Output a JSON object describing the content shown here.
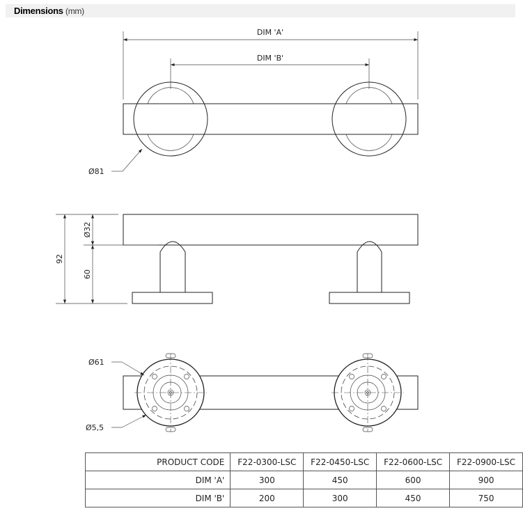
{
  "header": {
    "title": "Dimensions",
    "unit": "(mm)"
  },
  "drawing": {
    "dim_a_label": "DIM 'A'",
    "dim_b_label": "DIM 'B'",
    "rosette_diameter": "Ø81",
    "bar_diameter": "Ø32",
    "overall_height": "92",
    "post_height": "60",
    "base_diameter": "Ø61",
    "hole_diameter": "Ø5,5"
  },
  "table": {
    "header_label": "PRODUCT CODE",
    "codes": [
      "F22-0300-LSC",
      "F22-0450-LSC",
      "F22-0600-LSC",
      "F22-0900-LSC"
    ],
    "rows": [
      {
        "label": "DIM 'A'",
        "values": [
          "300",
          "450",
          "600",
          "900"
        ]
      },
      {
        "label": "DIM 'B'",
        "values": [
          "200",
          "300",
          "450",
          "750"
        ]
      }
    ]
  }
}
